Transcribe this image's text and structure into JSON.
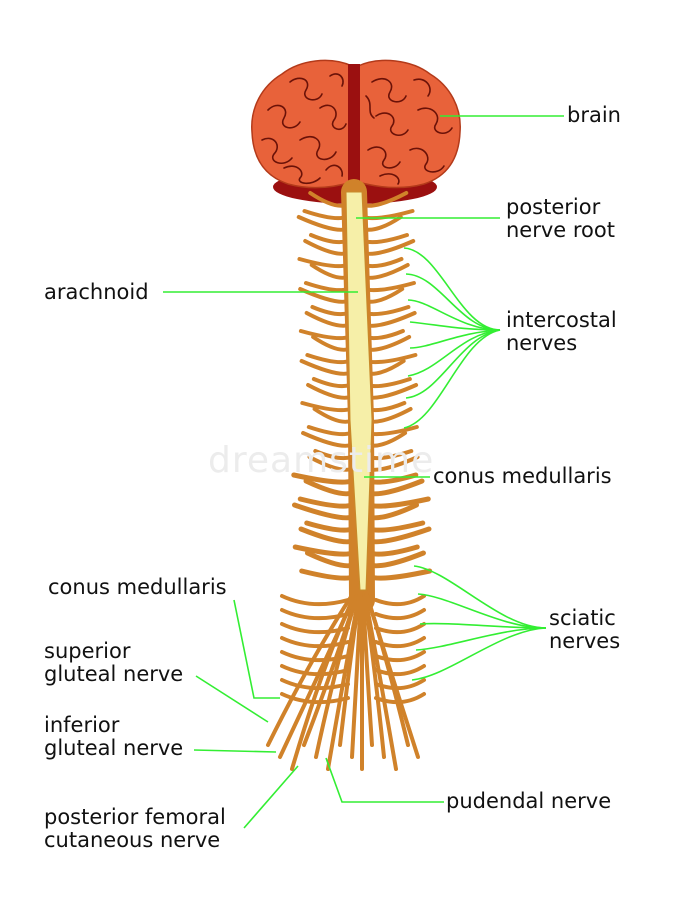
{
  "labels": {
    "brain": "brain",
    "posterior_nerve_root": [
      "posterior",
      "nerve root"
    ],
    "arachnoid": "arachnoid",
    "intercostal_nerves": [
      "intercostal",
      "nerves"
    ],
    "conus_medullaris_right": "conus medullaris",
    "conus_medullaris_left": "conus medullaris",
    "sciatic_nerves": [
      "sciatic",
      "nerves"
    ],
    "superior_gluteal_nerve": [
      "superior",
      "gluteal nerve"
    ],
    "inferior_gluteal_nerve": [
      "inferior",
      "gluteal nerve"
    ],
    "pudendal_nerve": "pudendal nerve",
    "posterior_femoral_cutaneous_nerve": [
      "posterior femoral",
      "cutaneous nerve"
    ]
  },
  "watermark": "dreamstime",
  "colors": {
    "leader_line": "#33ee33",
    "brain_fill": "#e8623a",
    "brain_dark": "#9b1010",
    "nerve": "#d0822a",
    "cord": "#f6efa8",
    "text": "#111111"
  }
}
